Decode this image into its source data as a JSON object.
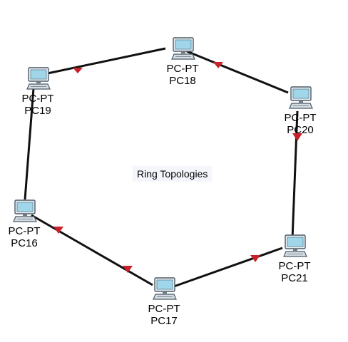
{
  "diagram": {
    "note": "Ring Topologies",
    "devices": [
      {
        "id": "pc18",
        "type": "PC-PT",
        "name": "PC18",
        "icon": "pc-icon"
      },
      {
        "id": "pc19",
        "type": "PC-PT",
        "name": "PC19",
        "icon": "pc-icon"
      },
      {
        "id": "pc20",
        "type": "PC-PT",
        "name": "PC20",
        "icon": "pc-icon"
      },
      {
        "id": "pc16",
        "type": "PC-PT",
        "name": "PC16",
        "icon": "pc-icon"
      },
      {
        "id": "pc17",
        "type": "PC-PT",
        "name": "PC17",
        "icon": "pc-icon"
      },
      {
        "id": "pc21",
        "type": "PC-PT",
        "name": "PC21",
        "icon": "pc-icon"
      }
    ],
    "links": [
      {
        "from": "PC19",
        "to": "PC18",
        "status": "down"
      },
      {
        "from": "PC18",
        "to": "PC20",
        "status": "down"
      },
      {
        "from": "PC20",
        "to": "PC21",
        "status": "down"
      },
      {
        "from": "PC21",
        "to": "PC17",
        "status": "down"
      },
      {
        "from": "PC17",
        "to": "PC16",
        "status": "down"
      },
      {
        "from": "PC16",
        "to": "PC19",
        "status": "none"
      }
    ],
    "colors": {
      "link": "#111111",
      "link_down_marker": "#c8202c",
      "note_bg": "#f4f6fb"
    }
  }
}
